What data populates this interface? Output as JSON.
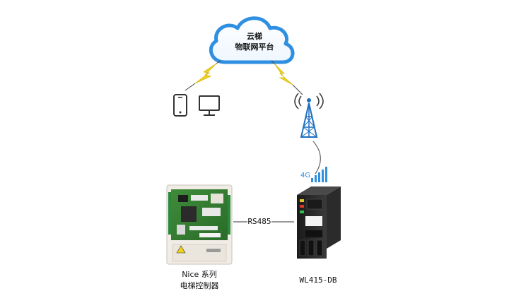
{
  "cloud": {
    "line1": "云梯",
    "line2": "物联网平台",
    "border_color": "#2f8fe0"
  },
  "link": {
    "label": "RS485"
  },
  "signal": {
    "label": "4G",
    "color": "#2f8fe0"
  },
  "controller": {
    "line1": "Nice 系列",
    "line2": "电梯控制器"
  },
  "gateway": {
    "label": "WL415-DB"
  },
  "lightning_color": "#f2d21c",
  "icons": [
    "phone-icon",
    "monitor-icon",
    "antenna-tower-icon",
    "signal-bars-icon",
    "lightning-icon"
  ]
}
